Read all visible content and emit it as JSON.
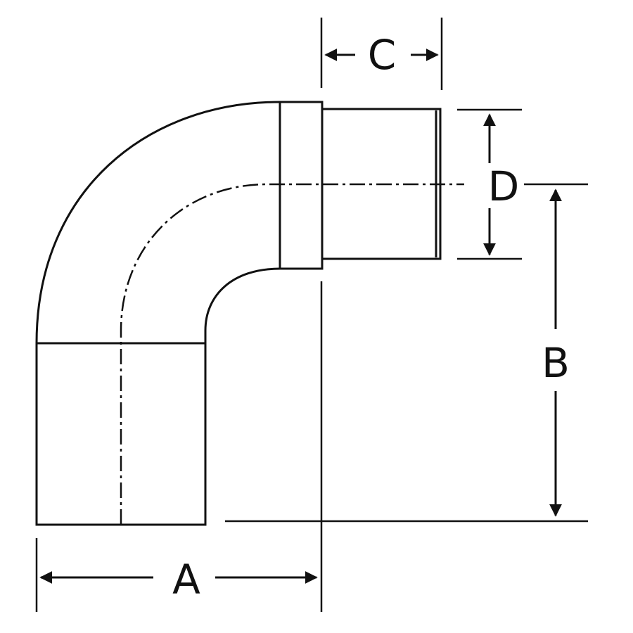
{
  "diagram": {
    "dimension_labels": {
      "a": "A",
      "b": "B",
      "c": "C",
      "d": "D"
    },
    "colors": {
      "stroke": "#111111",
      "background": "#ffffff"
    }
  }
}
